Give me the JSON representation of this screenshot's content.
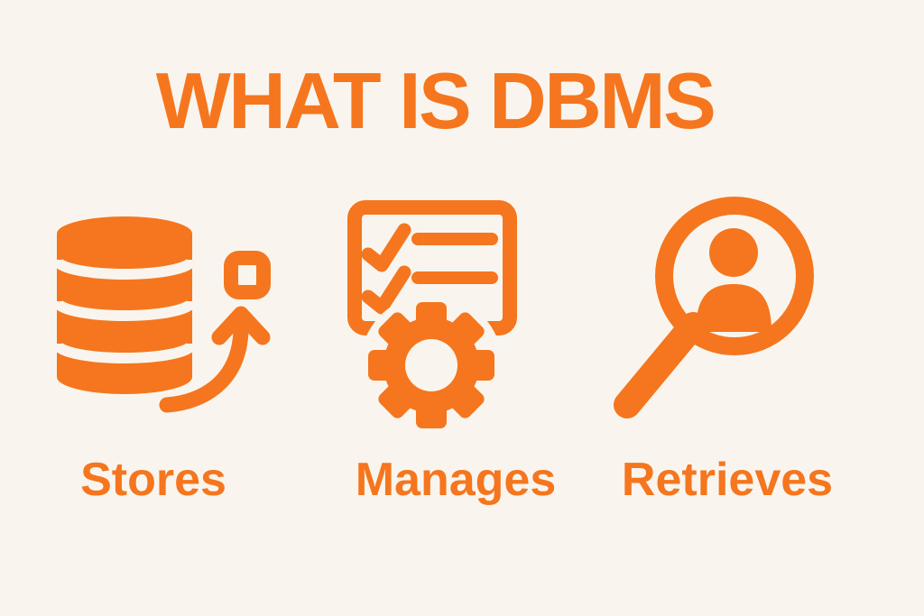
{
  "colors": {
    "accent": "#f5761e",
    "background": "#f9f5ee"
  },
  "title": "WHAT IS DBMS",
  "items": [
    {
      "label": "Stores",
      "icon": "database-upload-icon"
    },
    {
      "label": "Manages",
      "icon": "checklist-gear-icon"
    },
    {
      "label": "Retrieves",
      "icon": "magnifier-user-icon"
    }
  ]
}
